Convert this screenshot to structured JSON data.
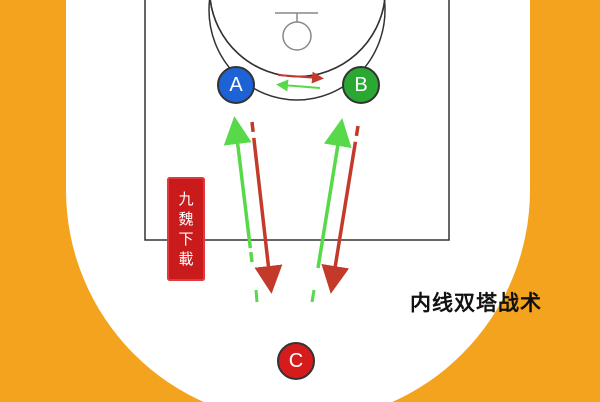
{
  "diagram": {
    "title": "内线双塔战术",
    "stamp_text": "九魏下載",
    "players": {
      "a": {
        "label": "A",
        "color": "#1e63d6"
      },
      "b": {
        "label": "B",
        "color": "#2aa832"
      },
      "c": {
        "label": "C",
        "color": "#d51b1b"
      }
    },
    "colors": {
      "court": "#f4a31f",
      "floor": "#ffffff",
      "line": "#333333",
      "green_arrow": "#57d94a",
      "red_arrow": "#c43a2a"
    }
  }
}
